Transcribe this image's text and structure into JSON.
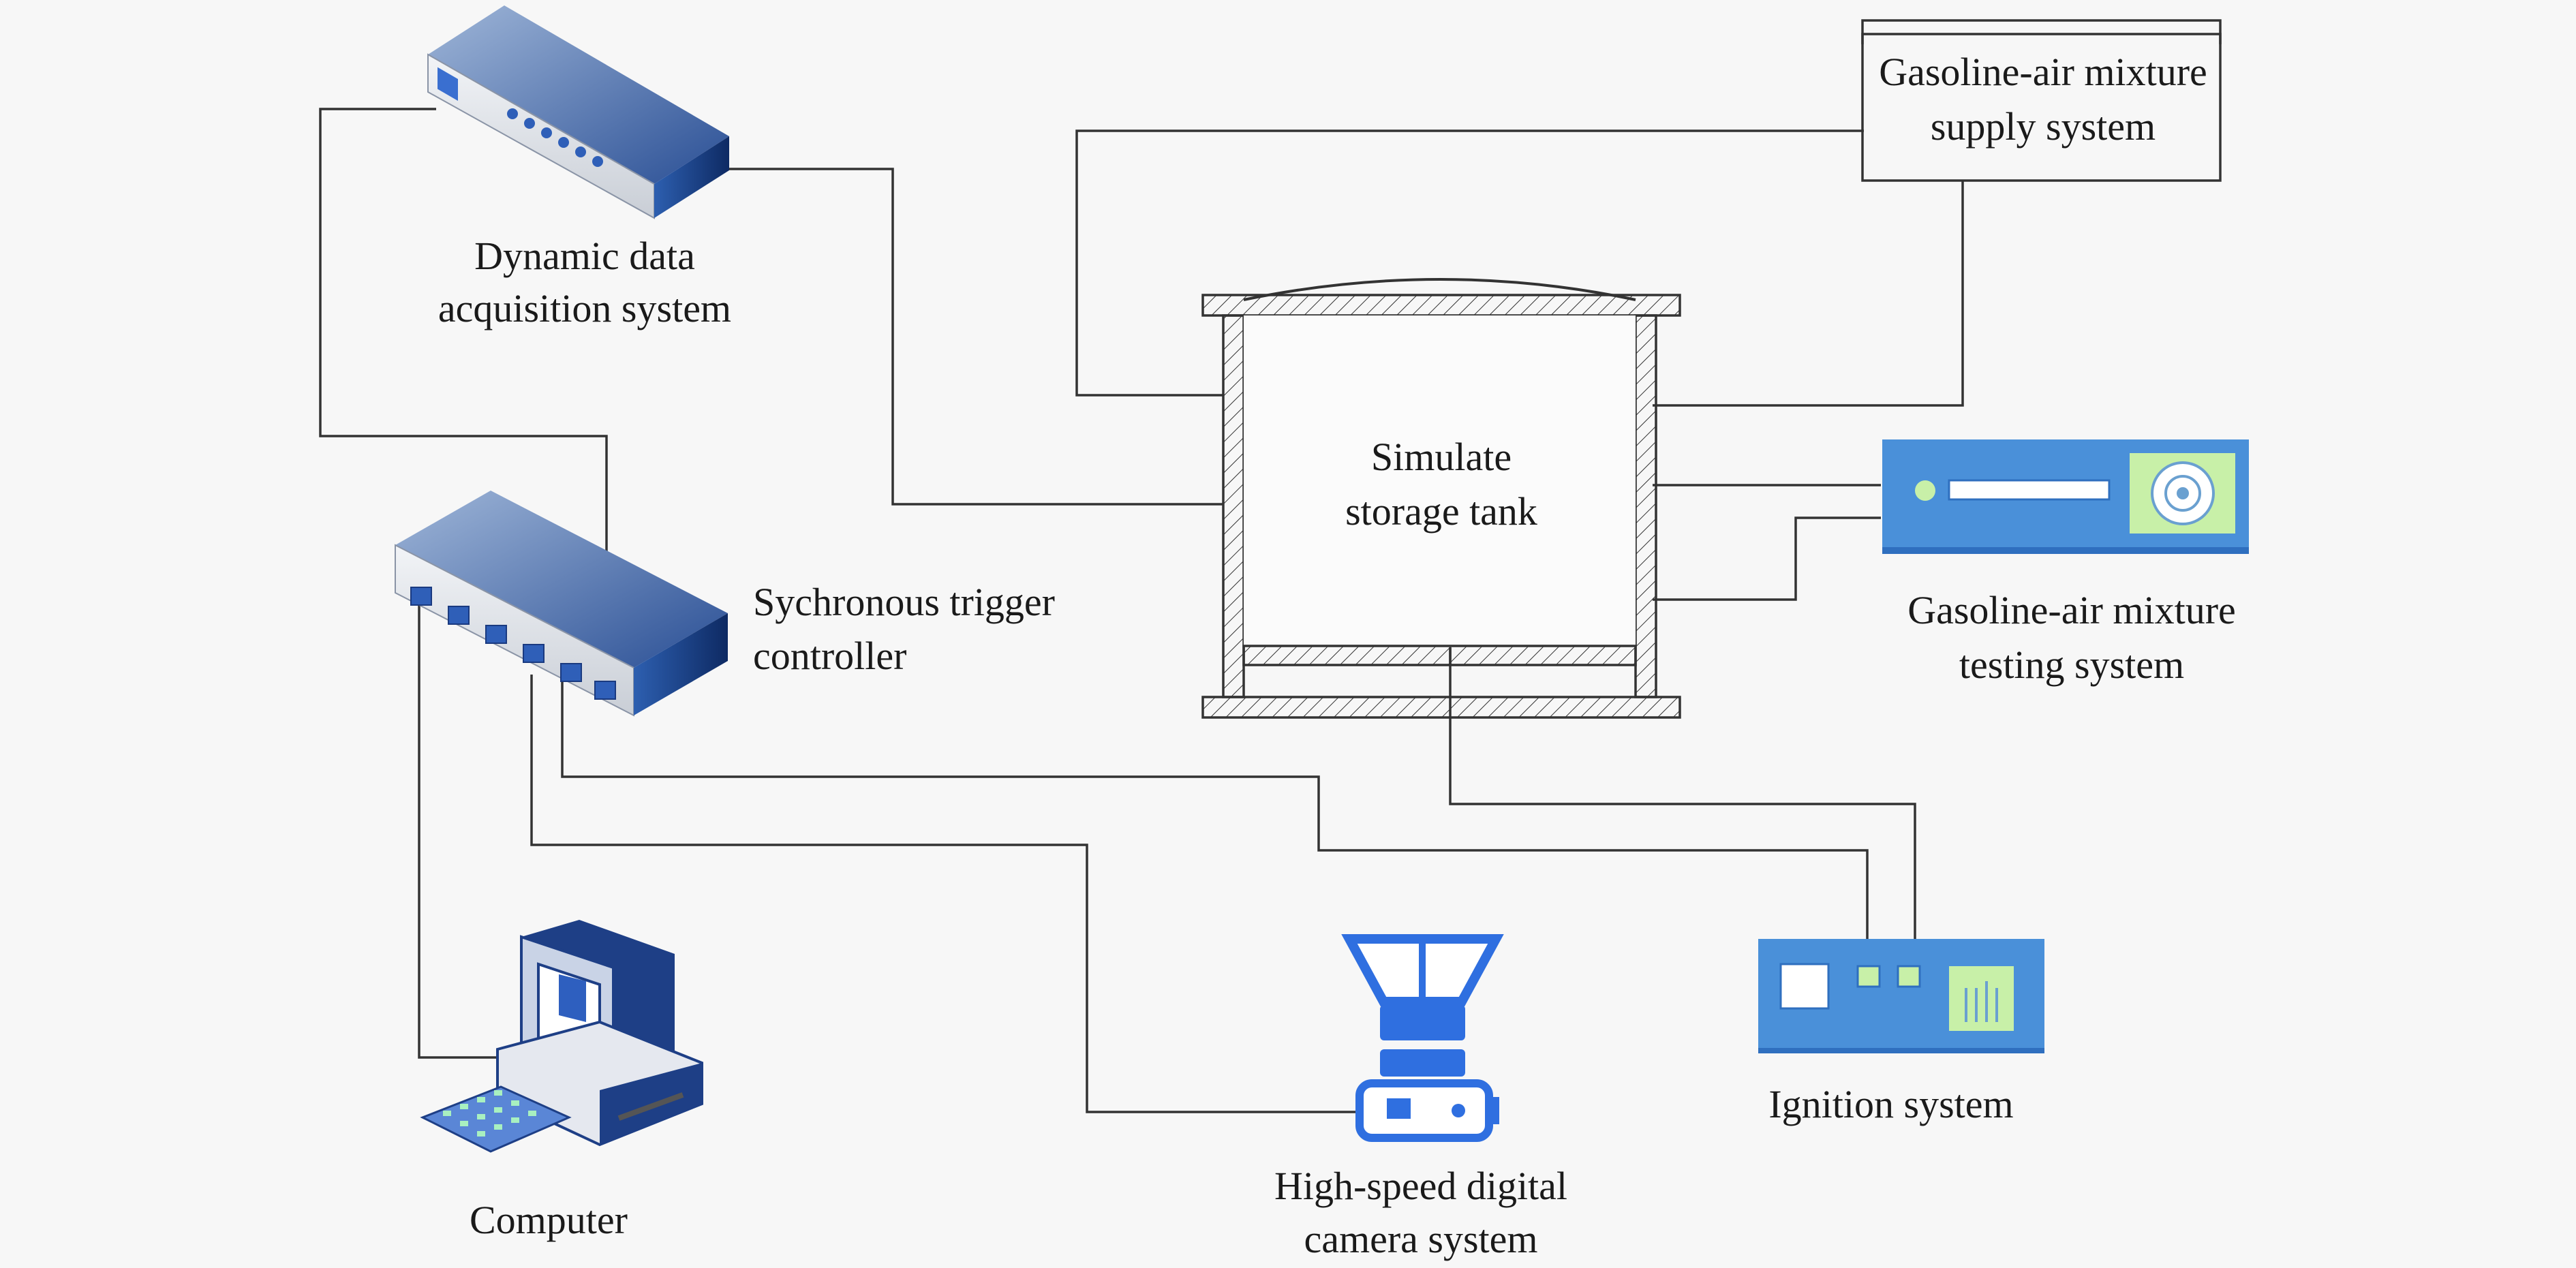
{
  "labels": {
    "daq_line1": "Dynamic data",
    "daq_line2": "acquisition system",
    "trigger_line1": "Sychronous trigger",
    "trigger_line2": "controller",
    "computer": "Computer",
    "camera_line1": "High-speed digital",
    "camera_line2": "camera system",
    "ignition": "Ignition system",
    "supply_line1": "Gasoline-air mixture",
    "supply_line2": "supply system",
    "testing_line1": "Gasoline-air mixture",
    "testing_line2": "testing system",
    "tank_line1": "Simulate",
    "tank_line2": "storage tank"
  },
  "icons": {
    "daq": "rack-device-icon",
    "trigger": "trigger-controller-icon",
    "computer": "desktop-computer-icon",
    "camera": "high-speed-camera-icon",
    "ignition": "ignition-device-icon",
    "testing": "testing-device-icon"
  },
  "colors": {
    "device_blue": "#4a90d9",
    "device_dark": "#1f3d7a",
    "panel_green": "#c8f0a8",
    "camera_blue": "#2f6fe0",
    "line": "#333333"
  }
}
